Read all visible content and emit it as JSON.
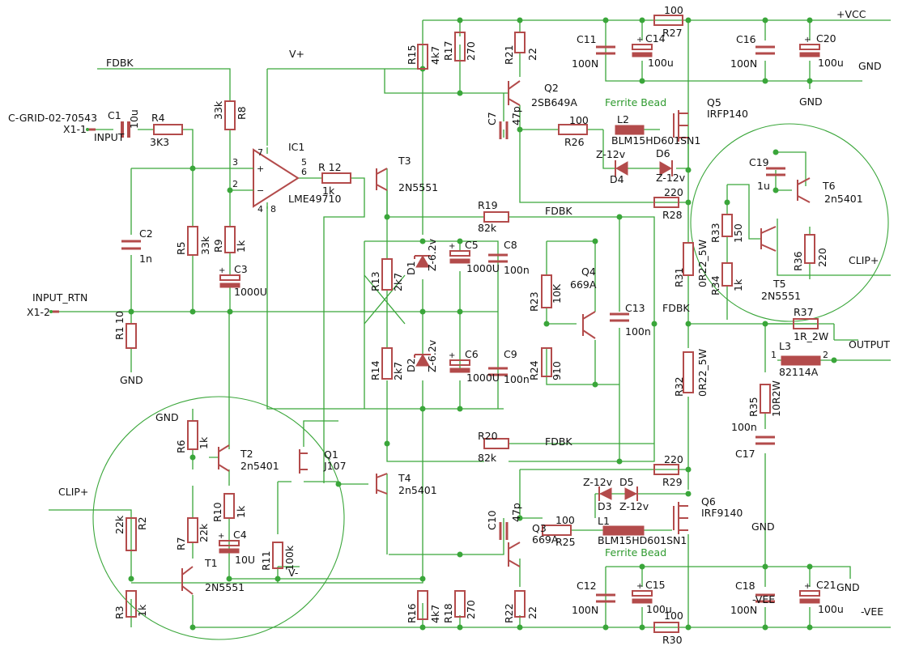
{
  "colors": {
    "wire": "#3aa63a",
    "component": "#b34b4b",
    "text": "#111111",
    "note": "#2f9a2f"
  },
  "nets": {
    "vcc": "+VCC",
    "vee": "-VEE",
    "gnd": "GND",
    "vplus": "V+",
    "vminus": "V-",
    "fdbk": "FDBK",
    "clip": "CLIP+",
    "input": "INPUT",
    "input_rtn": "INPUT_RTN",
    "output": "OUTPUT",
    "x11": "X1-1",
    "x12": "X1-2",
    "connector": "C-GRID-02-70543"
  },
  "notes": {
    "ferrite_top": "Ferrite Bead",
    "ferrite_bottom": "Ferrite Bead"
  },
  "parts": {
    "R1": {
      "ref": "R1",
      "val": "10"
    },
    "R2": {
      "ref": "R2",
      "val": "22k"
    },
    "R3": {
      "ref": "R3",
      "val": "1k"
    },
    "R4": {
      "ref": "R4",
      "val": "3K3"
    },
    "R5": {
      "ref": "R5",
      "val": "33k"
    },
    "R6": {
      "ref": "R6",
      "val": "1k"
    },
    "R7": {
      "ref": "R7",
      "val": "22k"
    },
    "R8": {
      "ref": "R8",
      "val": "33k"
    },
    "R9": {
      "ref": "R9",
      "val": "1k"
    },
    "R10": {
      "ref": "R10",
      "val": "1k"
    },
    "R11": {
      "ref": "R11",
      "val": "100k"
    },
    "R12": {
      "ref": "R 12",
      "val": "1k"
    },
    "R13": {
      "ref": "R13",
      "val": "2k7"
    },
    "R14": {
      "ref": "R14",
      "val": "2k7"
    },
    "R15": {
      "ref": "R15",
      "val": "4k7"
    },
    "R16": {
      "ref": "R16",
      "val": "4k7"
    },
    "R17": {
      "ref": "R17",
      "val": "270"
    },
    "R18": {
      "ref": "R18",
      "val": "270"
    },
    "R19": {
      "ref": "R19",
      "val": "82k"
    },
    "R20": {
      "ref": "R20",
      "val": "82k"
    },
    "R21": {
      "ref": "R21",
      "val": "22"
    },
    "R22": {
      "ref": "R22",
      "val": "22"
    },
    "R23": {
      "ref": "R23",
      "val": "10K"
    },
    "R24": {
      "ref": "R24",
      "val": "910"
    },
    "R25": {
      "ref": "R25",
      "val": "100"
    },
    "R26": {
      "ref": "R26",
      "val": "100"
    },
    "R27": {
      "ref": "R27",
      "val": "100"
    },
    "R28": {
      "ref": "R28",
      "val": "220"
    },
    "R29": {
      "ref": "R29",
      "val": "220"
    },
    "R30": {
      "ref": "R30",
      "val": "100"
    },
    "R31": {
      "ref": "R31",
      "val": "0R22_5W"
    },
    "R32": {
      "ref": "R32",
      "val": "0R22_5W"
    },
    "R33": {
      "ref": "R33",
      "val": "150"
    },
    "R34": {
      "ref": "R34",
      "val": "1k"
    },
    "R35": {
      "ref": "R35",
      "val": "10R2W"
    },
    "R36": {
      "ref": "R36",
      "val": "220"
    },
    "R37": {
      "ref": "R37",
      "val": "1R_2W"
    },
    "C1": {
      "ref": "C1",
      "val": "10u"
    },
    "C2": {
      "ref": "C2",
      "val": "1n"
    },
    "C3": {
      "ref": "C3",
      "val": "1000U"
    },
    "C4": {
      "ref": "C4",
      "val": "10U"
    },
    "C5": {
      "ref": "C5",
      "val": "1000U"
    },
    "C6": {
      "ref": "C6",
      "val": "1000U"
    },
    "C7": {
      "ref": "C7",
      "val": "47p"
    },
    "C8": {
      "ref": "C8",
      "val": "100n"
    },
    "C9": {
      "ref": "C9",
      "val": "100n"
    },
    "C10": {
      "ref": "C10",
      "val": "47p"
    },
    "C11": {
      "ref": "C11",
      "val": "100N"
    },
    "C12": {
      "ref": "C12",
      "val": "100N"
    },
    "C13": {
      "ref": "C13",
      "val": "100n"
    },
    "C14": {
      "ref": "C14",
      "val": "100u"
    },
    "C15": {
      "ref": "C15",
      "val": "100u"
    },
    "C16": {
      "ref": "C16",
      "val": "100N"
    },
    "C17": {
      "ref": "C17",
      "val": "100n"
    },
    "C18": {
      "ref": "C18",
      "val": "100N"
    },
    "C19": {
      "ref": "C19",
      "val": "1u"
    },
    "C20": {
      "ref": "C20",
      "val": "100u"
    },
    "C21": {
      "ref": "C21",
      "val": "100u"
    },
    "D1": {
      "ref": "D1",
      "val": "Z-6.2v"
    },
    "D2": {
      "ref": "D2",
      "val": "Z-6.2v"
    },
    "D3": {
      "ref": "D3",
      "val": "Z-12v"
    },
    "D4": {
      "ref": "D4",
      "val": "Z-12v"
    },
    "D5": {
      "ref": "D5",
      "val": "Z-12v"
    },
    "D6": {
      "ref": "D6",
      "val": "Z-12v"
    },
    "IC1": {
      "ref": "IC1",
      "val": "LME49710"
    },
    "L1": {
      "ref": "L1",
      "val": "BLM15HD601SN1"
    },
    "L2": {
      "ref": "L2",
      "val": "BLM15HD601SN1"
    },
    "L3": {
      "ref": "L3",
      "val": "82114A"
    },
    "Q1": {
      "ref": "Q1",
      "val": "J107"
    },
    "Q2": {
      "ref": "Q2",
      "val": "2SB649A"
    },
    "Q3": {
      "ref": "Q3",
      "val": "669A"
    },
    "Q4": {
      "ref": "Q4",
      "val": "669A"
    },
    "Q5": {
      "ref": "Q5",
      "val": "IRFP140"
    },
    "Q6": {
      "ref": "Q6",
      "val": "IRF9140"
    },
    "T1": {
      "ref": "T1",
      "val": "2N5551"
    },
    "T2": {
      "ref": "T2",
      "val": "2n5401"
    },
    "T3": {
      "ref": "T3",
      "val": "2N5551"
    },
    "T4": {
      "ref": "T4",
      "val": "2n5401"
    },
    "T5": {
      "ref": "T5",
      "val": "2N5551"
    },
    "T6": {
      "ref": "T6",
      "val": "2n5401"
    }
  },
  "pins": {
    "p1": "1",
    "p2": "2",
    "p3": "3",
    "p4": "4",
    "p5": "5",
    "p6": "6",
    "p7": "7",
    "p8": "8",
    "plus": "+",
    "minus": "−"
  }
}
